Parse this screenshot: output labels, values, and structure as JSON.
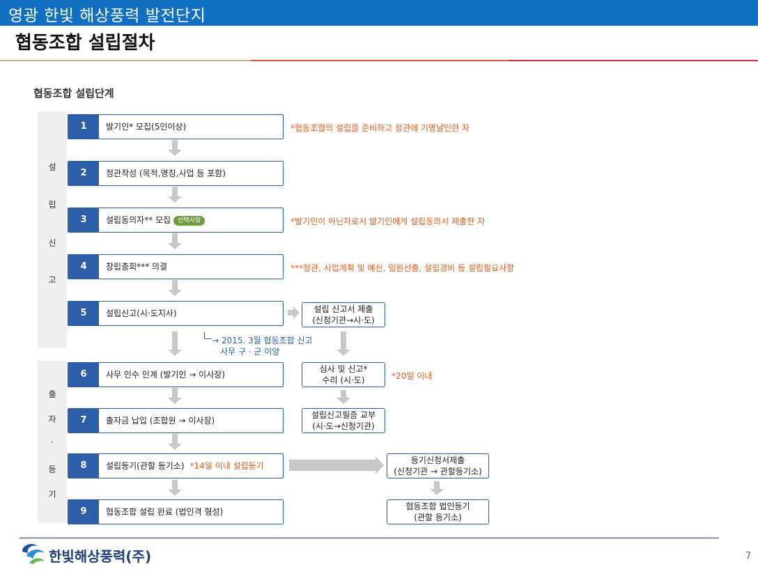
{
  "header": {
    "project_title": "영광 한빛 해상풍력 발전단지",
    "page_title": "협동조합 설립절차"
  },
  "section": {
    "title": "협동조합 설립단계"
  },
  "phases": [
    {
      "chars": [
        "설",
        "립",
        "신",
        "고"
      ]
    },
    {
      "chars": [
        "출",
        "자",
        "·",
        "등",
        "기"
      ]
    }
  ],
  "steps": [
    {
      "num": "1",
      "label": "발기인* 모집(5인이상)"
    },
    {
      "num": "2",
      "label": "정관작성 (목적,명칭,사업 등 포함)"
    },
    {
      "num": "3",
      "label": "설립동의자** 모집",
      "tag": "선택사항"
    },
    {
      "num": "4",
      "label": "창립총회*** 의결"
    },
    {
      "num": "5",
      "label": "설립신고(시·도지사)"
    },
    {
      "num": "6",
      "label": "사무 인수 인계 (발기인 → 이사장)"
    },
    {
      "num": "7",
      "label": "출자금 납입 (조합원 → 이사장)"
    },
    {
      "num": "8",
      "label": "설립등기(관할 등기소)",
      "note": "*14일 이내 설립등기"
    },
    {
      "num": "9",
      "label": "협동조합 설립 완료 (법인격 형성)"
    }
  ],
  "notes": {
    "n1": "*협동조합의 설립을 준비하고 정관에 기명날인한 자",
    "n3": "*발기인이 아닌자로서 발기인에게 설립동의서 제출한 자",
    "n4": "***정관, 사업계획 및 예산, 임원선출, 설립경비 등 설립필요사항",
    "n6": "*20일 이내"
  },
  "side_boxes": {
    "b5": {
      "line1": "설립 신고서 제출",
      "line2": "(신청기관→시·도)"
    },
    "b6": {
      "line1": "심사 및 신고*",
      "line2": "수리 (시·도)"
    },
    "b7": {
      "line1": "설립신고필증 교부",
      "line2": "(시·도→신청기관)"
    },
    "b8": {
      "line1": "등기신청서제출",
      "line2": "(신청기관 → 관할등기소)"
    },
    "b9": {
      "line1": "협동조합 법인등기",
      "line2": "(관할 등기소)"
    }
  },
  "transfer_note": {
    "line1": "→ 2015. 3월  협동조합 신고",
    "line2": "사무 구 · 군 이양"
  },
  "footer": {
    "brand": "한빛해상풍력(주)",
    "page_number": "7"
  },
  "colors": {
    "header_bar": "#0f6fc1",
    "step_blue": "#2c5fa8",
    "note_orange": "#e85a1c",
    "tag_green": "#6a9e3a",
    "arrow_gray": "#c8c8c8"
  },
  "icons": [
    "logo-swirl-icon",
    "down-arrow-icon",
    "right-arrow-icon"
  ]
}
